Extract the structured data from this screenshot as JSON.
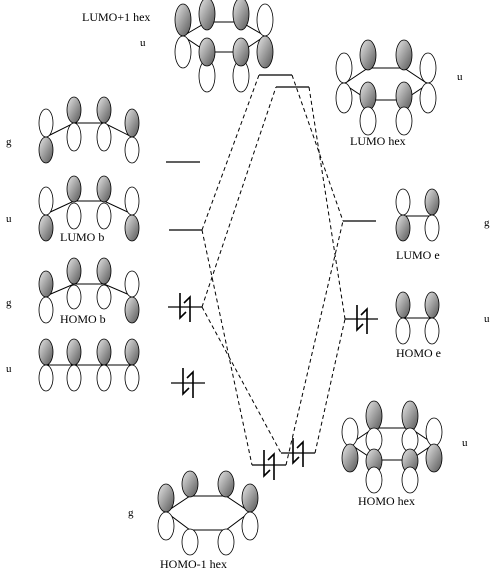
{
  "labels": {
    "lumo_plus1_hex": "LUMO+1 hex",
    "lumo_hex": "LUMO hex",
    "lumo_b": "LUMO b",
    "homo_b": "HOMO b",
    "lumo_e": "LUMO e",
    "homo_e": "HOMO e",
    "homo_hex": "HOMO hex",
    "homo_minus1_hex": "HOMO-1 hex"
  },
  "symmetry": {
    "lumo_plus1_hex": "u",
    "lumo_hex": "u",
    "butadiene_top": "g",
    "lumo_b": "u",
    "homo_b": "g",
    "butadiene_bottom": "u",
    "lumo_e": "g",
    "homo_e": "u",
    "homo_hex": "u",
    "homo_minus1_hex": "g"
  },
  "colors": {
    "lobe_shaded": "#555555",
    "lobe_light": "#e8e8e8",
    "line": "#000000"
  }
}
